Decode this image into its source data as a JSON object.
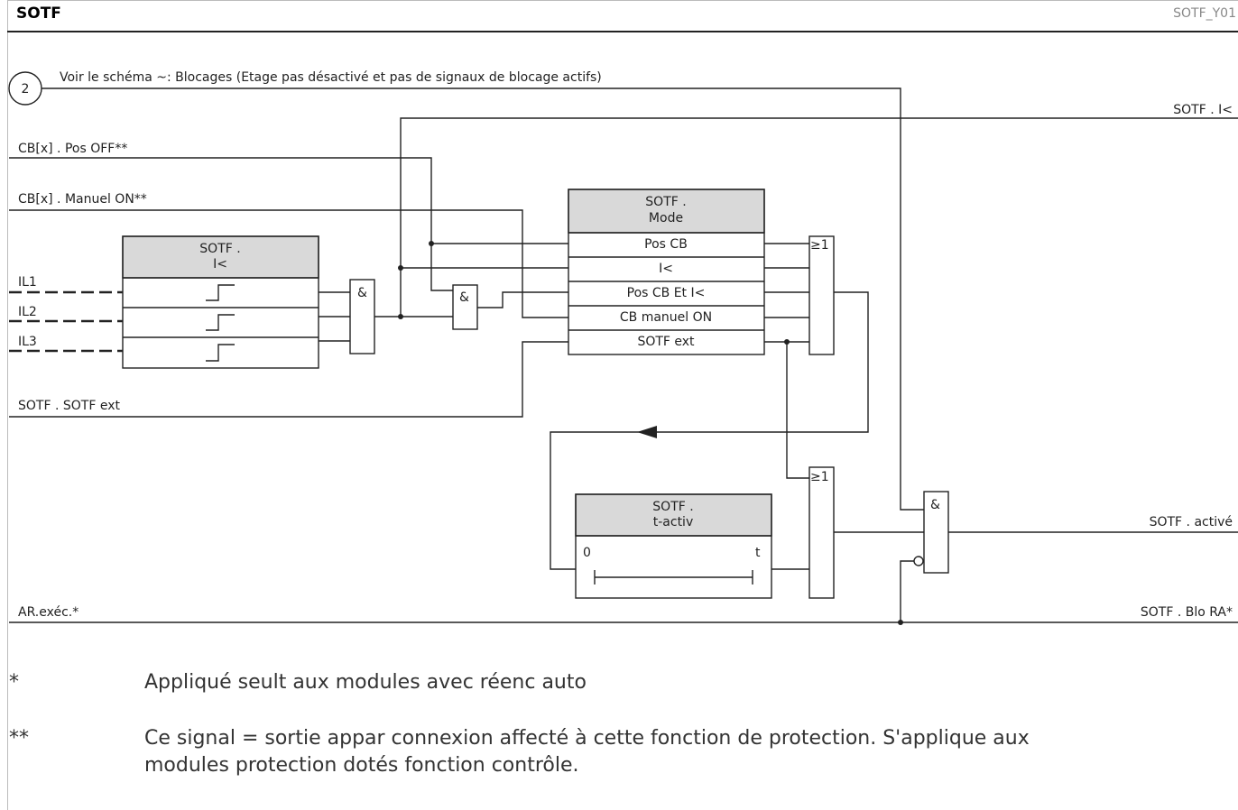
{
  "header": {
    "title": "SOTF",
    "code": "SOTF_Y01"
  },
  "circle_ref": "2",
  "blocking_text": "Voir le schéma ~: Blocages (Etage pas désactivé et pas de signaux de blocage actifs)",
  "inputs": {
    "cb_pos_off": "CB[x] . Pos OFF**",
    "cb_manuel_on": "CB[x] . Manuel ON**",
    "il1": "IL1",
    "il2": "IL2",
    "il3": "IL3",
    "sotf_ext": "SOTF . SOTF ext",
    "ar_exec": "AR.exéc.*"
  },
  "outputs": {
    "i_less": "SOTF . I<",
    "active": "SOTF . activé",
    "blo_ra": "SOTF . Blo RA*"
  },
  "i_block": {
    "title1": "SOTF .",
    "title2": "I<"
  },
  "mode_block": {
    "title1": "SOTF .",
    "title2": "Mode",
    "rows": [
      "Pos CB",
      "I<",
      "Pos CB Et I<",
      "CB manuel ON",
      "SOTF ext"
    ]
  },
  "tactiv_block": {
    "title1": "SOTF .",
    "title2": "t-activ",
    "zero": "0",
    "t": "t"
  },
  "gates": {
    "and": "&",
    "or": "≥1"
  },
  "notes": [
    {
      "mark": "*",
      "text": "Appliqué seult aux modules avec réenc auto"
    },
    {
      "mark": "**",
      "text_line1": "Ce signal = sortie appar connexion affecté à cette fonction de protection. S'applique aux",
      "text_line2": "modules protection dotés fonction contrôle."
    }
  ]
}
